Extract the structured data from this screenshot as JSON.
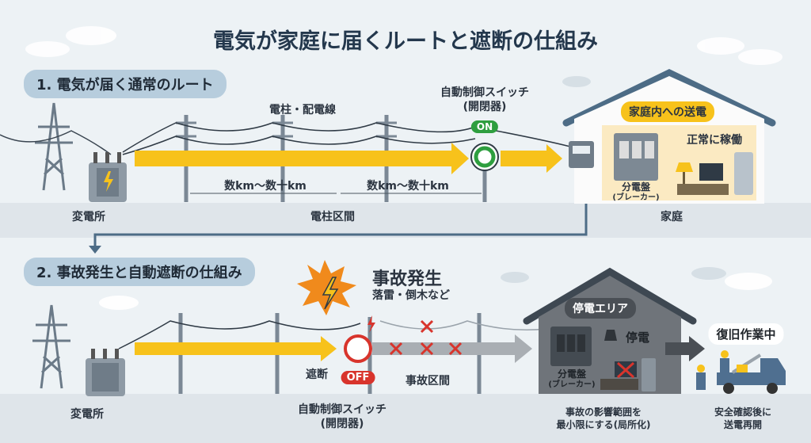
{
  "title": "電気が家庭に届くルートと遮断の仕組み",
  "section1": {
    "heading": "1. 電気が届く通常のルート",
    "lines_label": "電柱・配電線",
    "switch_label_1": "自動制御スイッチ",
    "switch_label_2": "(開閉器)",
    "switch_state": "ON",
    "distance_1": "数km〜数十km",
    "distance_2": "数km〜数十km",
    "substation": "変電所",
    "pole_section": "電柱区間",
    "home_bubble": "家庭内への送電",
    "panel_1": "分電盤",
    "panel_2": "(ブレーカー)",
    "normal": "正常に稼働",
    "home": "家庭"
  },
  "section2": {
    "heading": "2. 事故発生と自動遮断の仕組み",
    "accident": "事故発生",
    "accident_causes": "落雷・倒木など",
    "cutoff": "遮断",
    "switch_state": "OFF",
    "accident_section": "事故区間",
    "outage_bubble": "停電エリア",
    "outage": "停電",
    "panel_1": "分電盤",
    "panel_2": "(ブレーカー)",
    "repair_bubble": "復旧作業中",
    "substation": "変電所",
    "switch_label_1": "自動制御スイッチ",
    "switch_label_2": "(開閉器)",
    "impact_1": "事故の影響範囲を",
    "impact_2": "最小限にする(局所化)",
    "restore_1": "安全確認後に",
    "restore_2": "送電再開"
  },
  "colors": {
    "power": "#f7c21b",
    "on": "#2e9e3f",
    "off": "#d8342c",
    "cut": "#a9aeb3",
    "outage_house": "#6f747a"
  }
}
